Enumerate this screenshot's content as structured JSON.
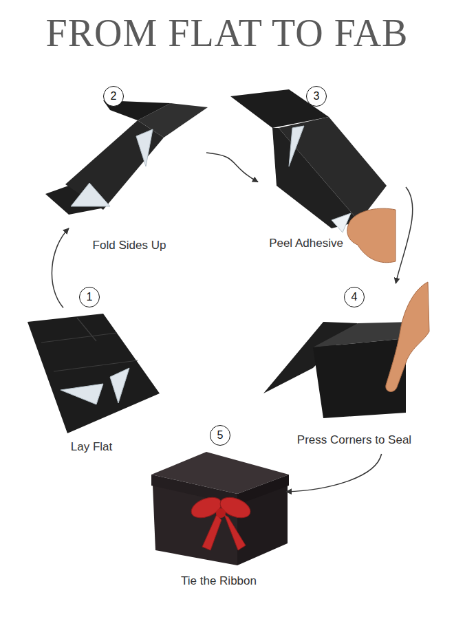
{
  "diagram": {
    "title": "FROM FLAT TO FAB",
    "nodes": [
      {
        "text": [
          "1",
          "Lay Flat"
        ]
      },
      {
        "text": [
          "2",
          "Fold Sides Up"
        ]
      },
      {
        "text": [
          "3",
          "Peel Adhesive"
        ]
      },
      {
        "text": [
          "4",
          "Press Corners to Seal"
        ]
      },
      {
        "text": [
          "5",
          "Tie the Ribbon"
        ]
      }
    ],
    "edges": [
      {
        "from": 0,
        "to": 1,
        "arrow": "to"
      },
      {
        "from": 1,
        "to": 2,
        "arrow": "to"
      },
      {
        "from": 2,
        "to": 3,
        "arrow": "to"
      },
      {
        "from": 3,
        "to": 4,
        "arrow": "to"
      }
    ]
  }
}
